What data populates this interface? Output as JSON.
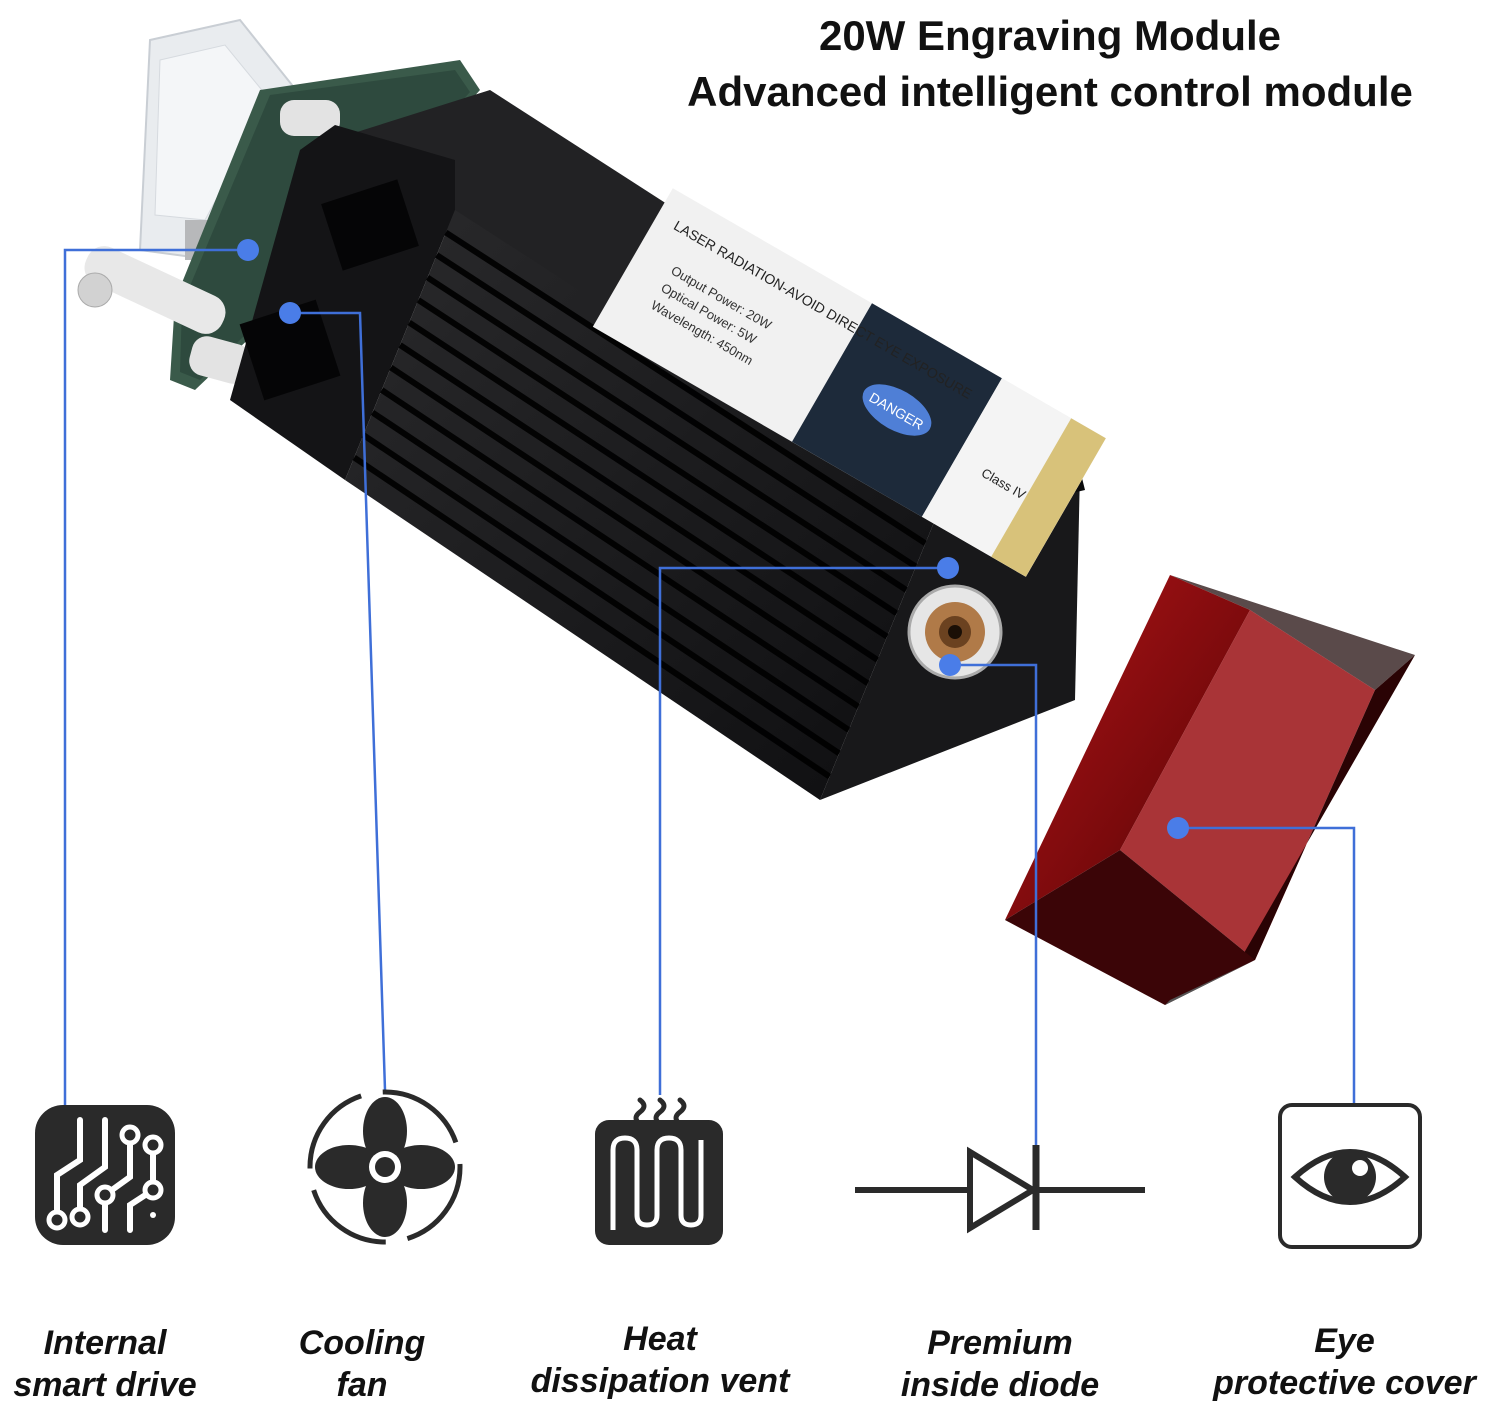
{
  "header": {
    "line1": "20W Engraving Module",
    "line2": "Advanced intelligent control module"
  },
  "features": [
    {
      "line1": "Internal",
      "line2": "smart drive",
      "icon": "circuit-chip-icon"
    },
    {
      "line1": "Cooling",
      "line2": "fan",
      "icon": "fan-icon"
    },
    {
      "line1": "Heat",
      "line2": "dissipation vent",
      "icon": "heat-vent-icon"
    },
    {
      "line1": "Premium",
      "line2": "inside diode",
      "icon": "diode-symbol-icon"
    },
    {
      "line1": "Eye",
      "line2": "protective cover",
      "icon": "eye-icon"
    }
  ],
  "product_label": {
    "warning": "LASER RADIATION-AVOID DIRECT EYE EXPOSURE",
    "output_power": "Output Power: 20W",
    "optical_power": "Optical Power: 5W",
    "wavelength": "Wavelength: 450nm",
    "danger": "DANGER",
    "class": "Class IV"
  },
  "colors": {
    "callout_line": "#3f6fd8",
    "callout_dot": "#4a7de8",
    "module_body": "#1c1c1e",
    "cover": "#8b0c10",
    "icon": "#2a2a2a"
  }
}
